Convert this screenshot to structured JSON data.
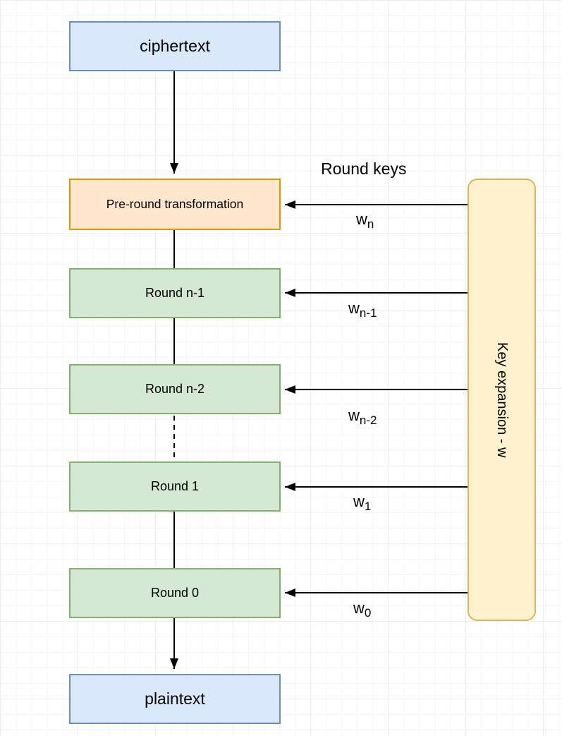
{
  "nodes": {
    "ciphertext": {
      "label": "ciphertext"
    },
    "pre_round": {
      "label": "Pre-round transformation"
    },
    "round_n_minus_1": {
      "label": "Round n-1"
    },
    "round_n_minus_2": {
      "label": "Round n-2"
    },
    "round_1": {
      "label": "Round 1"
    },
    "round_0": {
      "label": "Round 0"
    },
    "plaintext": {
      "label": "plaintext"
    },
    "key_expansion": {
      "label": "Key expansion - w"
    }
  },
  "annotations": {
    "round_keys": "Round keys"
  },
  "key_labels": {
    "w_n": {
      "base": "w",
      "sub": "n"
    },
    "w_n1": {
      "base": "w",
      "sub": "n-1"
    },
    "w_n2": {
      "base": "w",
      "sub": "n-2"
    },
    "w_1": {
      "base": "w",
      "sub": "1"
    },
    "w_0": {
      "base": "w",
      "sub": "0"
    }
  },
  "colors": {
    "blue_fill": "#dae8fc",
    "blue_border": "#6c8ebf",
    "orange_fill": "#ffe6cc",
    "orange_border": "#d79b00",
    "green_fill": "#d5e8d4",
    "green_border": "#82b366",
    "yellow_fill": "#fff2cc",
    "yellow_border": "#d6b656",
    "line": "#000000"
  }
}
